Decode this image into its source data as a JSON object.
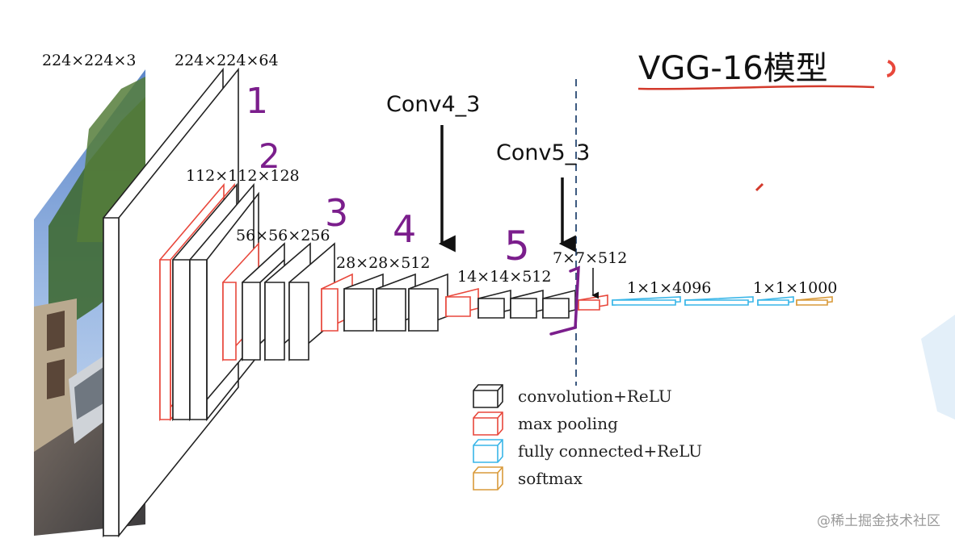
{
  "title": "VGG-16模型",
  "dims": {
    "input": "224×224×3",
    "block1": "224×224×64",
    "block2": "112×112×128",
    "block3": "56×56×256",
    "block4": "28×28×512",
    "block5": "14×14×512",
    "pool5": "7×7×512",
    "fc": "1×1×4096",
    "out": "1×1×1000"
  },
  "arrow_labels": {
    "conv4": "Conv4_3",
    "conv5": "Conv5_3"
  },
  "handwritten": [
    "1",
    "2",
    "3",
    "4",
    "5"
  ],
  "legend": [
    {
      "label": "convolution+ReLU",
      "color": "#222222"
    },
    {
      "label": "max pooling",
      "color": "#e8473b"
    },
    {
      "label": "fully connected+ReLU",
      "color": "#39b6e8"
    },
    {
      "label": "softmax",
      "color": "#d99a3a"
    }
  ],
  "colors": {
    "conv": "#222222",
    "pool": "#e8473b",
    "fc": "#39b6e8",
    "softmax": "#d99a3a",
    "handwriting": "#7b1e8c",
    "underline": "#d33a2c",
    "dashed_line": "#3d5a80"
  },
  "watermark": "@稀土掘金技术社区"
}
